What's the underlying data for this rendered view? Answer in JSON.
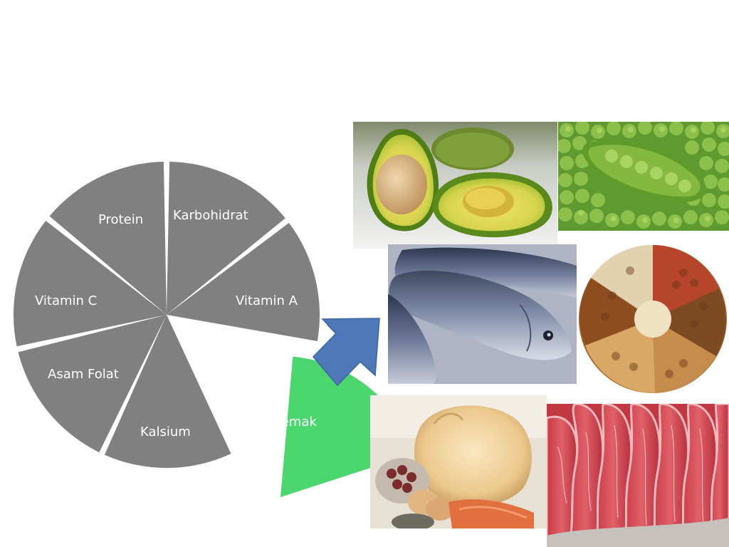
{
  "diagram": {
    "segments": [
      {
        "label": "Karbohidrat",
        "color": "#808080"
      },
      {
        "label": "Vitamin A",
        "color": "#808080"
      },
      {
        "label": "Lemak",
        "color": "#4cd66e"
      },
      {
        "label": "Kalsium",
        "color": "#808080"
      },
      {
        "label": "Asam Folat",
        "color": "#808080"
      },
      {
        "label": "Vitamin C",
        "color": "#808080"
      },
      {
        "label": "Protein",
        "color": "#808080"
      }
    ],
    "arrow_color": "#4e79b8"
  },
  "photos": [
    {
      "subject": "avocado"
    },
    {
      "subject": "green-peas"
    },
    {
      "subject": "fish"
    },
    {
      "subject": "mixed-nuts"
    },
    {
      "subject": "chicken-eggs-salmon"
    },
    {
      "subject": "raw-beef"
    }
  ]
}
